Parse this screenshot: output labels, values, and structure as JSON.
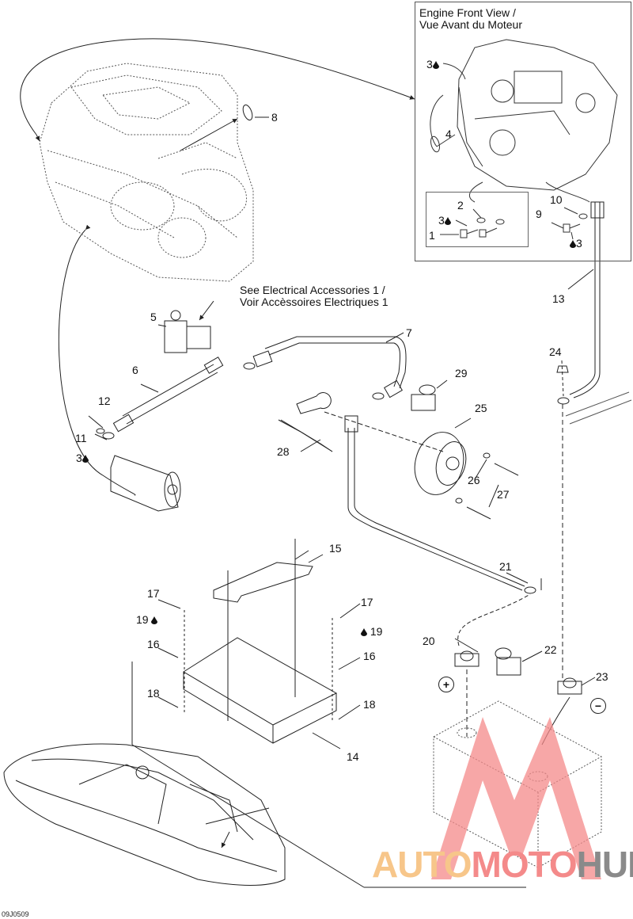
{
  "diagram": {
    "title_inset": [
      "Engine Front View /",
      "Vue Avant du Moteur"
    ],
    "note": [
      "See Electrical Accessories 1 /",
      "Voir Accèssoires Electriques 1"
    ],
    "drawing_code": "09J0509",
    "watermark": {
      "part1": "AUTO",
      "part2": "MOTO",
      "part3": "HUB"
    },
    "colors": {
      "line": "#222222",
      "watermark_red": "#f48a8a",
      "watermark_orange": "#f7c68a",
      "watermark_gray": "#8a8a8a"
    },
    "polarity": {
      "positive": "+",
      "negative": "−"
    },
    "callouts": [
      {
        "id": "c1",
        "text": "1"
      },
      {
        "id": "c2",
        "text": "2"
      },
      {
        "id": "c3a",
        "text": "3",
        "icon": "adhesive-drop-icon"
      },
      {
        "id": "c3b",
        "text": "3",
        "icon": "adhesive-drop-icon"
      },
      {
        "id": "c3c",
        "text": "3",
        "icon": "adhesive-drop-icon"
      },
      {
        "id": "c3d",
        "text": "3",
        "icon": "adhesive-drop-icon"
      },
      {
        "id": "c4",
        "text": "4"
      },
      {
        "id": "c5",
        "text": "5"
      },
      {
        "id": "c6",
        "text": "6"
      },
      {
        "id": "c7",
        "text": "7"
      },
      {
        "id": "c8",
        "text": "8"
      },
      {
        "id": "c9",
        "text": "9"
      },
      {
        "id": "c10",
        "text": "10"
      },
      {
        "id": "c11",
        "text": "11"
      },
      {
        "id": "c12",
        "text": "12"
      },
      {
        "id": "c13",
        "text": "13"
      },
      {
        "id": "c14",
        "text": "14"
      },
      {
        "id": "c15",
        "text": "15"
      },
      {
        "id": "c16a",
        "text": "16"
      },
      {
        "id": "c16b",
        "text": "16"
      },
      {
        "id": "c17a",
        "text": "17"
      },
      {
        "id": "c17b",
        "text": "17"
      },
      {
        "id": "c18a",
        "text": "18"
      },
      {
        "id": "c18b",
        "text": "18"
      },
      {
        "id": "c19a",
        "text": "19",
        "icon": "adhesive-drop-icon"
      },
      {
        "id": "c19b",
        "text": "19",
        "icon": "adhesive-drop-icon"
      },
      {
        "id": "c20",
        "text": "20"
      },
      {
        "id": "c21",
        "text": "21"
      },
      {
        "id": "c22",
        "text": "22"
      },
      {
        "id": "c23",
        "text": "23"
      },
      {
        "id": "c24",
        "text": "24"
      },
      {
        "id": "c25",
        "text": "25"
      },
      {
        "id": "c26",
        "text": "26"
      },
      {
        "id": "c27",
        "text": "27"
      },
      {
        "id": "c28",
        "text": "28"
      },
      {
        "id": "c29",
        "text": "29"
      }
    ]
  }
}
